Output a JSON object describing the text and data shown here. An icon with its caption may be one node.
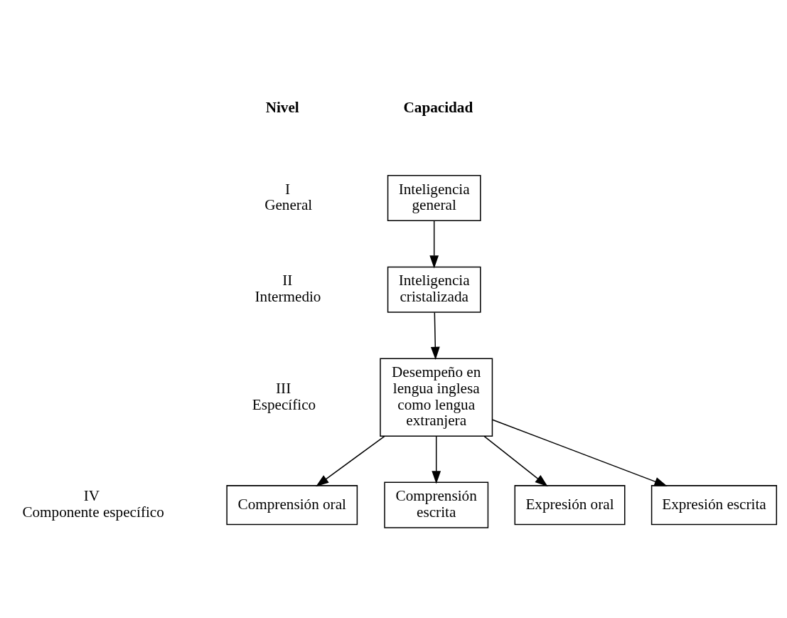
{
  "diagram": {
    "nodes": [
      {
        "text": [
          "Inteligencia general"
        ]
      },
      {
        "text": [
          "Inteligencia cristalizada"
        ]
      },
      {
        "text": [
          "Desempeño en lengua inglesa como lengua extranjera"
        ]
      },
      {
        "text": [
          "Comprensión oral"
        ]
      },
      {
        "text": [
          "Comprensión escrita"
        ]
      },
      {
        "text": [
          "Expresión oral"
        ]
      },
      {
        "text": [
          "Expresión escrita"
        ]
      }
    ],
    "edges": [
      {
        "from": 0,
        "to": 1,
        "arrow": "to"
      },
      {
        "from": 1,
        "to": 2,
        "arrow": "to"
      },
      {
        "from": 2,
        "to": 3,
        "arrow": "to"
      },
      {
        "from": 2,
        "to": 4,
        "arrow": "to"
      },
      {
        "from": 2,
        "to": 5,
        "arrow": "to"
      },
      {
        "from": 2,
        "to": 6,
        "arrow": "to"
      }
    ],
    "labels": [
      "Nivel",
      "Capacidad",
      "I",
      "General",
      "II",
      "Intermedio",
      "III",
      "Específico",
      "IV",
      "Componente específico"
    ]
  }
}
